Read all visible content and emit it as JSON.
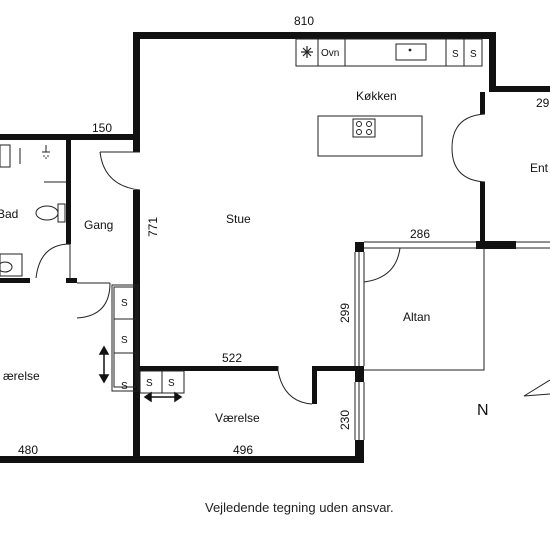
{
  "rooms": {
    "kitchen": "Køkken",
    "entre": "Ent",
    "bath": "Bad",
    "hall": "Gang",
    "living": "Stue",
    "balcony": "Altan",
    "bedroom_left": "ærelse",
    "bedroom": "Værelse"
  },
  "dimensions": {
    "top_width": "810",
    "entre_width": "29",
    "bath_width": "150",
    "living_depth": "771",
    "balcony_width": "286",
    "balcony_depth": "299",
    "bedroom_width": "522",
    "bedroom_depth": "230",
    "bottom_left": "480",
    "bottom_right": "496"
  },
  "appliances": {
    "oven": "Ovn",
    "cabinet_s": "S"
  },
  "compass": "N",
  "caption": "Vejledende tegning uden ansvar.",
  "colors": {
    "wall": "#111111",
    "line": "#222222",
    "background": "#ffffff"
  }
}
